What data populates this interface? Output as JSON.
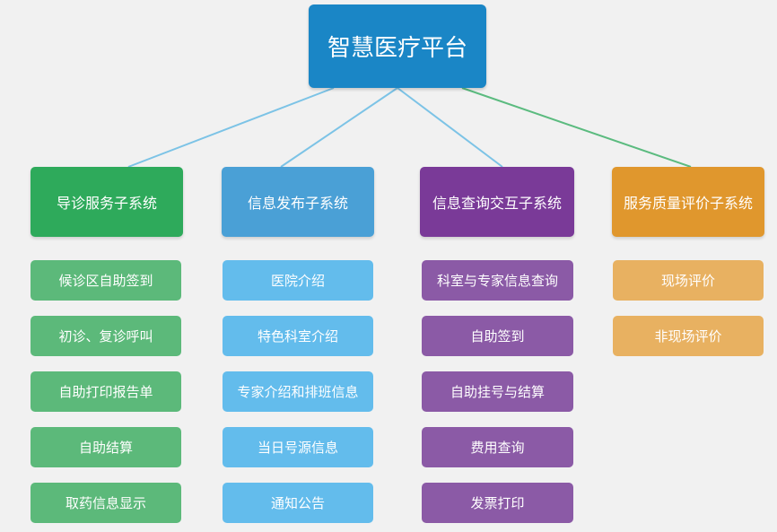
{
  "root": {
    "label": "智慧医疗平台",
    "color": "#1a86c6"
  },
  "columns": [
    {
      "title": "导诊服务子系统",
      "color": "#2eaa5b",
      "item_color": "#5cb97a",
      "items": [
        "候诊区自助签到",
        "初诊、复诊呼叫",
        "自助打印报告单",
        "自助结算",
        "取药信息显示"
      ]
    },
    {
      "title": "信息发布子系统",
      "color": "#4aa0d6",
      "item_color": "#63bcec",
      "items": [
        "医院介绍",
        "特色科室介绍",
        "专家介绍和排班信息",
        "当日号源信息",
        "通知公告"
      ]
    },
    {
      "title": "信息查询交互子系统",
      "color": "#7a3a98",
      "item_color": "#8b5aa6",
      "items": [
        "科室与专家信息查询",
        "自助签到",
        "自助挂号与结算",
        "费用查询",
        "发票打印"
      ]
    },
    {
      "title": "服务质量评价子系统",
      "color": "#e0972d",
      "item_color": "#e8b161",
      "items": [
        "现场评价",
        "非现场评价"
      ]
    }
  ],
  "connector_colors": [
    "#7cc3e6",
    "#7cc3e6",
    "#7cc3e6",
    "#5bbb7f"
  ]
}
